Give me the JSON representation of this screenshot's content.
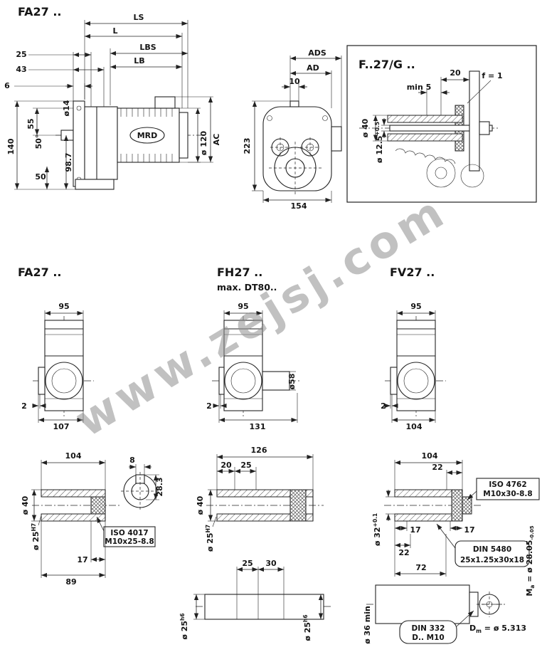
{
  "watermark": "www.zejsj.com",
  "side_view": {
    "title": "FA27 ..",
    "motor_label": "MRD",
    "dim_ls": "LS",
    "dim_l": "L",
    "dim_lbs": "LBS",
    "dim_lb": "LB",
    "dim_25": "25",
    "dim_43": "43",
    "dim_6": "6",
    "dim_dia14": "ø14",
    "dim_55": "55",
    "dim_140": "140",
    "dim_50": "50",
    "dim_98_7": "98.7",
    "dim_angle": "50°",
    "dim_dia120": "ø 120",
    "dim_ac": "AC"
  },
  "front_view": {
    "dim_ads": "ADS",
    "dim_ad": "AD",
    "dim_10": "10",
    "dim_223": "223",
    "dim_154": "154"
  },
  "detail_view": {
    "title": "F..27/G ..",
    "dim_20": "20",
    "dim_min5": "min 5",
    "dim_f": "f = 1",
    "dim_dia40": "ø 40",
    "dim_dia12_5": "ø 12.5",
    "dim_dia12_5_tol": "+0.5"
  },
  "mid_fa": {
    "title": "FA27 ..",
    "dim_95": "95",
    "dim_2": "2",
    "dim_107": "107"
  },
  "mid_fh": {
    "title": "FH27 ..",
    "subtitle": "max. DT80..",
    "dim_95": "95",
    "dim_dia58": "ø58",
    "dim_2": "2",
    "dim_131": "131"
  },
  "mid_fv": {
    "title": "FV27 ..",
    "dim_95": "95",
    "dim_2": "2",
    "dim_104": "104"
  },
  "shaft_fa": {
    "dim_104": "104",
    "dim_8": "8",
    "dim_28_3": "28.3",
    "dim_dia40": "ø 40",
    "dim_dia25": "ø 25",
    "dim_dia25_fit": "H7",
    "callout_line1": "ISO 4017",
    "callout_line2": "M10x25-8.8",
    "dim_17": "17",
    "dim_89": "89"
  },
  "shaft_fh": {
    "dim_126": "126",
    "dim_20": "20",
    "dim_25_top": "25",
    "dim_dia40": "ø 40",
    "dim_dia25": "ø 25",
    "dim_dia25_fit": "H7",
    "dim_25_mid": "25",
    "dim_30": "30",
    "dim_dia25_left": "ø 25",
    "dim_dia25_left_fit": "h6",
    "dim_dia25_right": "ø 25",
    "dim_dia25_right_fit": "h6"
  },
  "shaft_fv": {
    "dim_104": "104",
    "dim_22_top": "22",
    "callout_iso_line1": "ISO 4762",
    "callout_iso_line2": "M10x30-8.8",
    "dim_dia32": "ø 32",
    "dim_dia32_tol": "+0.1",
    "dim_17_left": "17",
    "dim_17_right": "17",
    "dim_22_left": "22",
    "callout_din_line1": "DIN 5480",
    "callout_din_line2": "25x1.25x30x18",
    "dim_72": "72",
    "ma_prefix": "M",
    "ma_sub": "a",
    "ma_val": " = ø 28.05",
    "ma_tol": "-0.05",
    "callout_din332_line1": "DIN 332",
    "callout_din332_line2": "D.. M10",
    "dm_prefix": "D",
    "dm_sub": "m",
    "dm_val": " = ø 5.313",
    "dim_dia36": "ø 36 min"
  }
}
